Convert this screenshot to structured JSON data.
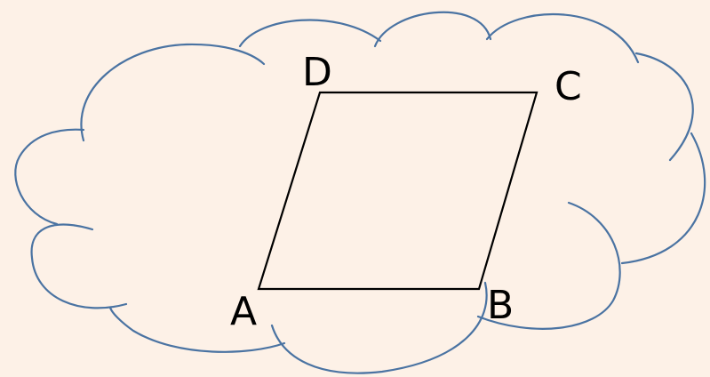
{
  "diagram": {
    "vertices": [
      {
        "id": "A",
        "label": "A"
      },
      {
        "id": "B",
        "label": "B"
      },
      {
        "id": "C",
        "label": "C"
      },
      {
        "id": "D",
        "label": "D"
      }
    ],
    "shape_order": [
      "A",
      "B",
      "C",
      "D"
    ]
  },
  "colors": {
    "background": "#fdf1e7",
    "cloud_outline": "#4a73a2",
    "shape_stroke": "#000000",
    "label": "#000000"
  }
}
